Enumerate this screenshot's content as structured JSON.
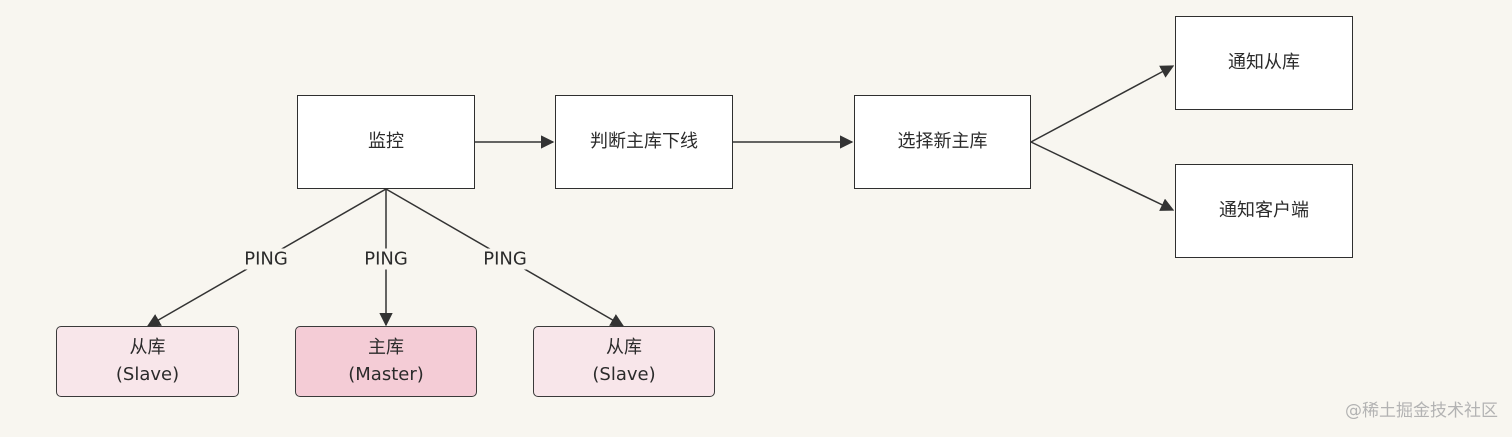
{
  "nodes": {
    "monitor": "监控",
    "judge_master_offline": "判断主库下线",
    "select_new_master": "选择新主库",
    "notify_slaves": "通知从库",
    "notify_clients": "通知客户端",
    "slave_left": {
      "line1": "从库",
      "line2": "(Slave)"
    },
    "master": {
      "line1": "主库",
      "line2": "(Master)"
    },
    "slave_right": {
      "line1": "从库",
      "line2": "(Slave)"
    }
  },
  "edge_labels": {
    "ping_left": "PING",
    "ping_center": "PING",
    "ping_right": "PING"
  },
  "colors": {
    "background": "#f8f6f0",
    "slave_fill": "#f8e6ea",
    "master_fill": "#f4ccd6",
    "stroke": "#333333"
  },
  "watermark": "@稀土掘金技术社区"
}
